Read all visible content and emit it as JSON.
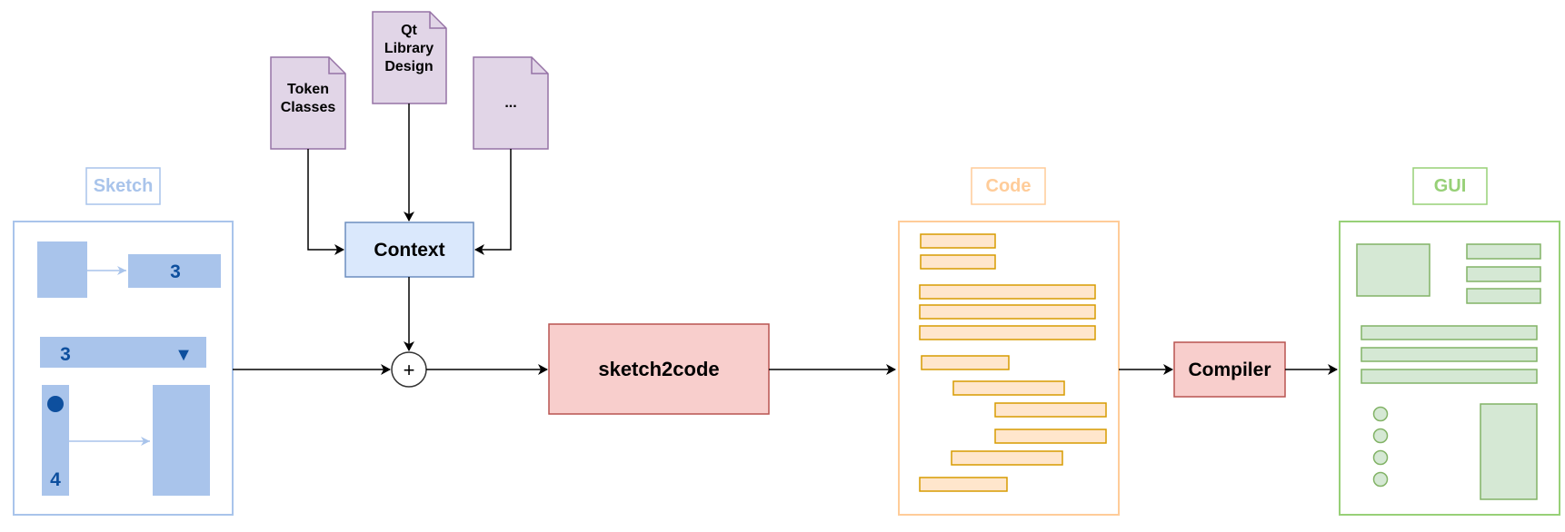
{
  "sections": {
    "sketch": "Sketch",
    "code": "Code",
    "gui": "GUI"
  },
  "docs": {
    "token_classes": [
      "Token",
      "Classes"
    ],
    "qt_library": [
      "Qt",
      "Library",
      "Design"
    ],
    "more": "..."
  },
  "nodes": {
    "context": "Context",
    "plus": "+",
    "model": "sketch2code",
    "compiler": "Compiler"
  },
  "sketch_labels": {
    "box_number": "3",
    "dropdown_number": "3",
    "dropdown_arrow": "▼",
    "list_number": "4"
  },
  "colors": {
    "sketch_stroke": "#a9c4eb",
    "sketch_fill": "#a9c4eb",
    "sketch_text": "#0d4f9e",
    "code_stroke": "#ffcc99",
    "code_fill": "#ffe6cc",
    "code_line_stroke": "#d79b00",
    "gui_stroke": "#97d077",
    "gui_fill": "#d5e8d4",
    "gui_line_stroke": "#82b366",
    "doc_fill": "#e1d5e7",
    "doc_stroke": "#9673a6",
    "context_fill": "#dae8fc",
    "context_stroke": "#6c8ebf",
    "model_fill": "#f8cecc",
    "model_stroke": "#b85450"
  }
}
